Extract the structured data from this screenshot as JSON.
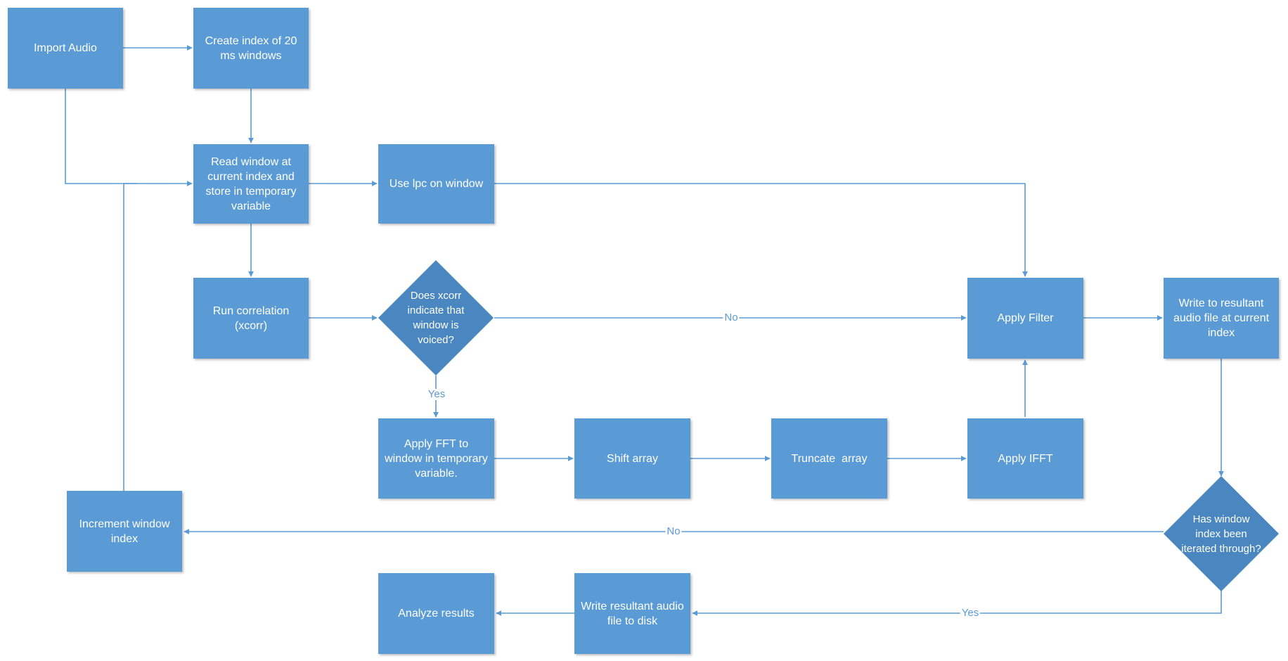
{
  "nodes": {
    "import_audio": "Import Audio",
    "create_index": "Create index of 20 ms windows",
    "read_window": "Read window at current index and store in temporary variable",
    "use_lpc": "Use lpc on window",
    "run_correlation": "Run correlation (xcorr)",
    "voiced_decision": "Does xcorr indicate that window is voiced?",
    "apply_filter": "Apply Filter",
    "write_resultant": "Write to resultant audio file at current index",
    "apply_fft": "Apply FFT to window in temporary variable.",
    "shift_array": "Shift array",
    "truncate_array": "Truncate  array",
    "apply_ifft": "Apply IFFT",
    "increment_index": "Increment window index",
    "iterated_decision": "Has window index been iterated through?",
    "analyze_results": "Analyze results",
    "write_to_disk": "Write resultant audio file to disk"
  },
  "edge_labels": {
    "voiced_no": "No",
    "voiced_yes": "Yes",
    "iterated_no": "No",
    "iterated_yes": "Yes"
  },
  "colors": {
    "box": "#5b9bd5",
    "decision": "#4a86bf",
    "line": "#5b9bd5",
    "text": "#ffffff"
  }
}
